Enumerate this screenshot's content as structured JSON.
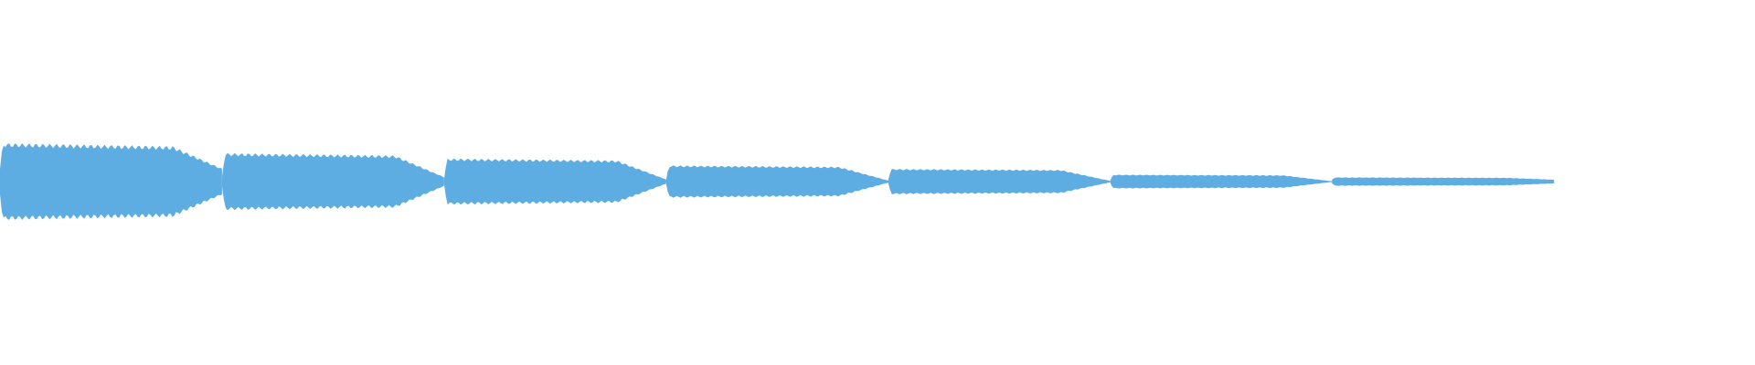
{
  "waveform": {
    "color": "#5dade2",
    "background": "#ffffff",
    "segments": [
      {
        "peak": 1.0,
        "decay_end": 0.34
      },
      {
        "peak": 0.74,
        "decay_end": 0.12
      },
      {
        "peak": 0.6,
        "decay_end": 0.06
      },
      {
        "peak": 0.42,
        "decay_end": 0.03
      },
      {
        "peak": 0.33,
        "decay_end": 0.02
      },
      {
        "peak": 0.18,
        "decay_end": 0.01
      },
      {
        "peak": 0.11,
        "decay_end": 0.05
      }
    ]
  }
}
